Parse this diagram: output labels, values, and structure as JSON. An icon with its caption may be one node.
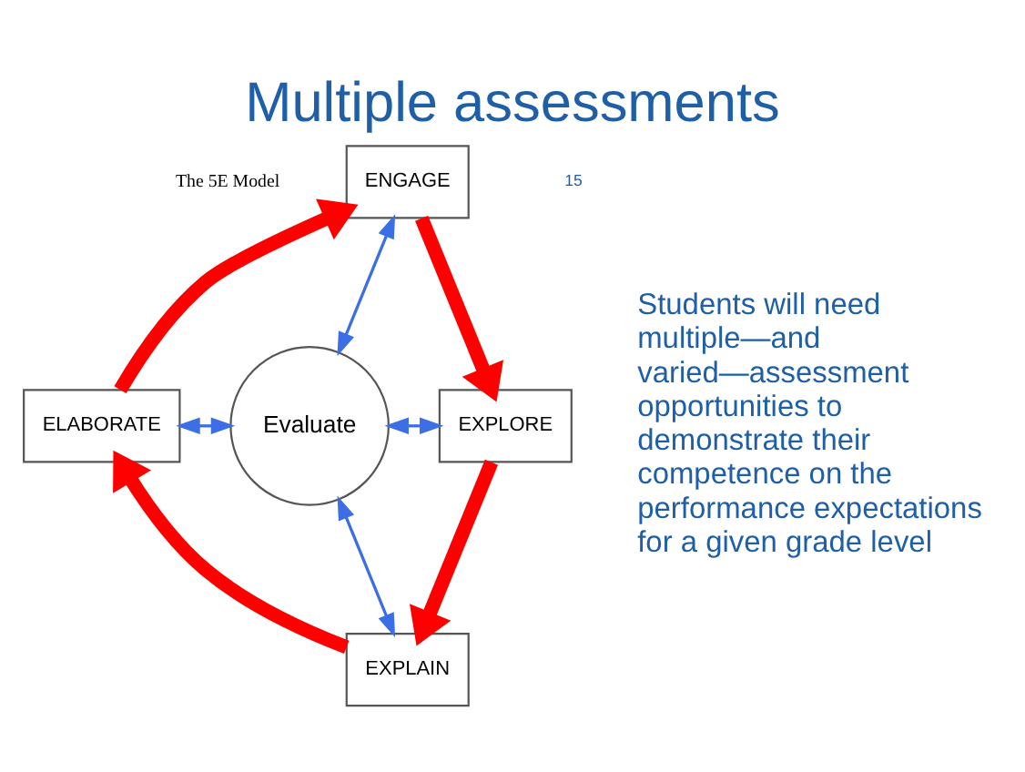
{
  "diagram": {
    "title": "Multiple assessments",
    "nodes": [
      {
        "text": [
          "ENGAGE"
        ]
      },
      {
        "text": [
          "EXPLORE"
        ]
      },
      {
        "text": [
          "EXPLAIN"
        ]
      },
      {
        "text": [
          "ELABORATE"
        ]
      },
      {
        "text": [
          "Evaluate"
        ]
      }
    ],
    "edges": [
      {
        "from": 0,
        "to": 1,
        "arrow": "to",
        "style": "thick",
        "color": "#ff0000"
      },
      {
        "from": 1,
        "to": 2,
        "arrow": "to",
        "style": "thick",
        "color": "#ff0000"
      },
      {
        "from": 2,
        "to": 3,
        "arrow": "to",
        "style": "thick",
        "color": "#ff0000"
      },
      {
        "from": 3,
        "to": 0,
        "arrow": "to",
        "style": "thick",
        "color": "#ff0000"
      },
      {
        "from": 0,
        "to": 4,
        "arrow": "both",
        "color": "#3c6ee6"
      },
      {
        "from": 4,
        "to": 1,
        "arrow": "both",
        "color": "#3c6ee6"
      },
      {
        "from": 4,
        "to": 2,
        "arrow": "both",
        "color": "#3c6ee6"
      },
      {
        "from": 3,
        "to": 4,
        "arrow": "both",
        "color": "#3c6ee6"
      }
    ],
    "labels": [
      "Students will need multiple—and varied—assessment opportunities to demonstrate their competence on the performance expectations for a given grade level",
      "The 5E Model",
      "15"
    ]
  }
}
